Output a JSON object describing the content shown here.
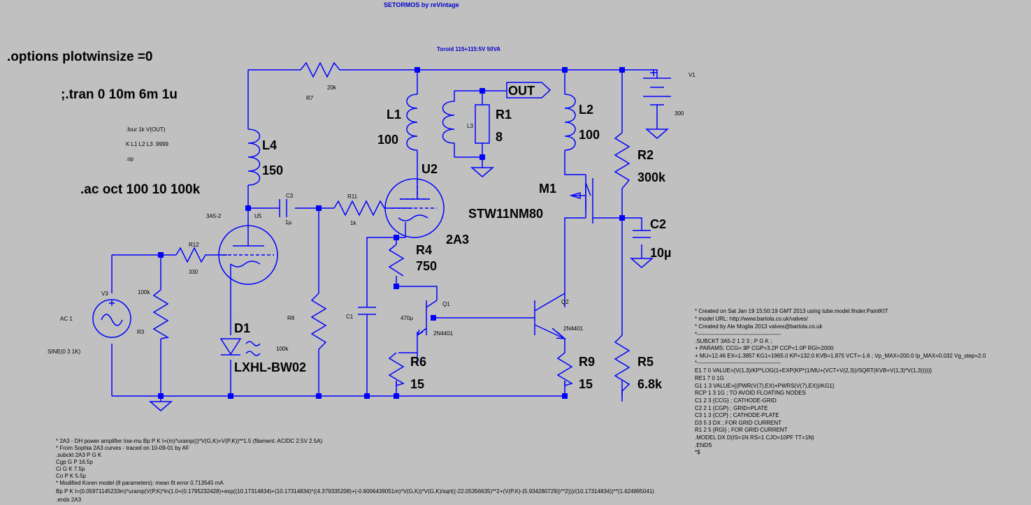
{
  "title": "SETORMOS by reVintage",
  "transformer_note": "Toroid 115+115:5V 50VA",
  "directives": {
    "options": ".options plotwinsize =0",
    "tran": ";.tran 0 10m 6m 1u",
    "four": ".four 1k V(OUT)",
    "kcoupling": "K L1 L2 L3 .9999",
    "op": ".op",
    "ac": ".ac oct 100 10 100k"
  },
  "components": {
    "R7": {
      "name": "R7",
      "value": "20k"
    },
    "L4": {
      "name": "L4",
      "value": "150"
    },
    "U5": {
      "name": "U5",
      "model": "3A5-2"
    },
    "C3": {
      "name": "C3",
      "value": "1µ"
    },
    "R11": {
      "name": "R11",
      "value": "1k"
    },
    "U2": {
      "name": "U2",
      "model": "2A3"
    },
    "L1": {
      "name": "L1",
      "value": "100"
    },
    "L3": {
      "name": "L3"
    },
    "R1": {
      "name": "R1",
      "value": "8"
    },
    "OUT": {
      "label": "OUT"
    },
    "L2": {
      "name": "L2",
      "value": "100"
    },
    "V1": {
      "name": "V1",
      "value": "300"
    },
    "R2": {
      "name": "R2",
      "value": "300k"
    },
    "M1": {
      "name": "M1",
      "model": "STW11NM80"
    },
    "C2": {
      "name": "C2",
      "value": "10µ"
    },
    "R12": {
      "name": "R12",
      "value": "330"
    },
    "V3": {
      "name": "V3",
      "ac": "AC 1",
      "source": "SINE(0 3 1K)"
    },
    "R3": {
      "name": "R3",
      "value": "100k"
    },
    "D1": {
      "name": "D1",
      "model": "LXHL-BW02"
    },
    "R8": {
      "name": "R8",
      "value": "100k"
    },
    "C1": {
      "name": "C1",
      "value": "470µ"
    },
    "R4": {
      "name": "R4",
      "value": "750"
    },
    "Q1": {
      "name": "Q1",
      "model": "2N4401"
    },
    "Q2": {
      "name": "Q2",
      "model": "2N4401"
    },
    "R6": {
      "name": "R6",
      "value": "15"
    },
    "R9": {
      "name": "R9",
      "value": "15"
    },
    "R5": {
      "name": "R5",
      "value": "6.8k"
    }
  },
  "spice_2a3": [
    "* 2A3  -  DH power amplifier low-mu Bp  P K  I=(m)*uramp(()*V(G,K)+V(P,K))**1.5 (filament: AC/DC 2.5V 2.5A)",
    "* From Sophia 2A3 curves - traced on 10-09-01 by AF",
    ".subckt 2A3  P G K",
    "   Cgp G P  16.5p",
    "   Ci  G K  7.5p",
    "   Co  P K  5.5p",
    "* Modified Koren model (8 parameters): mean fit error 0.713545 mA",
    "   Bp  P K  I=(0.05971145233m)*uramp(V(P,K)*ln(1.0+(0.1795232428)+exp((10.17314834)+(10.17314834)*((4.379335208)+(-0.8006439051m)*V(G,K))*V(G,K)/sqrt((-22.05356635)**2+(V(P,K)-(5.934280729))**2)))/(10.17314834))**(1.624895041)",
    ".ends 2A3"
  ],
  "spice_3a5": [
    "* Created on Sat Jan 19 15:50:19 GMT 2013 using tube.model.finder.PaintKIT",
    "* model URL: http://www.bartola.co.uk/valves/",
    "* Created by Ale Moglia 2013 valves@bartola.co.uk",
    "*---------------------------------------------",
    ".SUBCKT 3A5-2 1 2 3 ; P G K ;",
    "+ PARAMS: CCG=.9P CGP=3.2P CCP=1.0P RGI=2000",
    "+ MU=12.46 EX=1.3857 KG1=1965.0 KP=132.0 KVB=1.875 VCT=-1.6 ; Vp_MAX=200.0 Ip_MAX=0.032 Vg_step=2.0",
    "*---------------------------------------------",
    "E1 7 0 VALUE={V(1,3)/KP*LOG(1+EXP(KP*(1/MU+(VCT+V(2,3))/SQRT(KVB+V(1,3)*V(1,3)))))}",
    "RE1 7 0 1G",
    "G1 1 3 VALUE={(PWR(V(7),EX)+PWRS(V(7),EX))/KG1}",
    "RCP 1 3 1G ; TO AVOID FLOATING NODES",
    "C1 2 3 {CCG} ; CATHODE-GRID",
    "C2 2 1 {CGP} ; GRID=PLATE",
    "C3 1 3 {CCP} ; CATHODE-PLATE",
    "D3 5 3 DX ; FOR GRID CURRENT",
    "R1 2 5 {RGI} ; FOR GRID CURRENT",
    ".MODEL DX D(IS=1N RS=1 CJO=10PF TT=1N)",
    ".ENDS",
    "*$"
  ]
}
